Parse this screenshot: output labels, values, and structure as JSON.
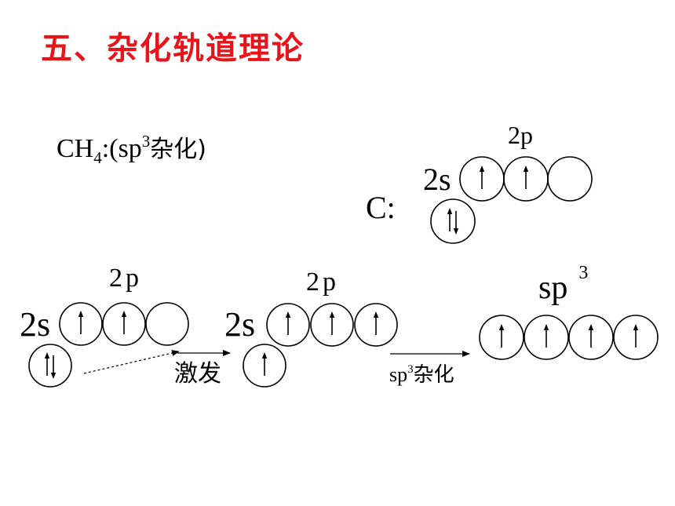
{
  "title": "五、杂化轨道理论",
  "formula": {
    "main": "CH",
    "sub": "4",
    "mid": ":(sp",
    "sup": "3",
    "tail": "杂化)"
  },
  "carbon": {
    "label": "C:",
    "s_label": "2s",
    "p_label": "2p"
  },
  "ground": {
    "s_label": "2s",
    "p_label": "2p"
  },
  "excite_label": "激发",
  "excited": {
    "s_label": "2s",
    "p_label": "2p"
  },
  "hybrid_arrow": {
    "main": "sp",
    "sup": "3",
    "tail": "杂化"
  },
  "hybrid": {
    "main": "sp",
    "sup": "3"
  },
  "colors": {
    "title": "#e8141b",
    "ink": "#000000"
  },
  "orbitals": {
    "carbon_2s": [
      "paired"
    ],
    "carbon_2p": [
      "up",
      "up",
      "empty"
    ],
    "ground_2s": [
      "paired"
    ],
    "ground_2p": [
      "up",
      "up",
      "empty"
    ],
    "excited_2s": [
      "up"
    ],
    "excited_2p": [
      "up",
      "up",
      "up"
    ],
    "sp3": [
      "up",
      "up",
      "up",
      "up"
    ]
  }
}
